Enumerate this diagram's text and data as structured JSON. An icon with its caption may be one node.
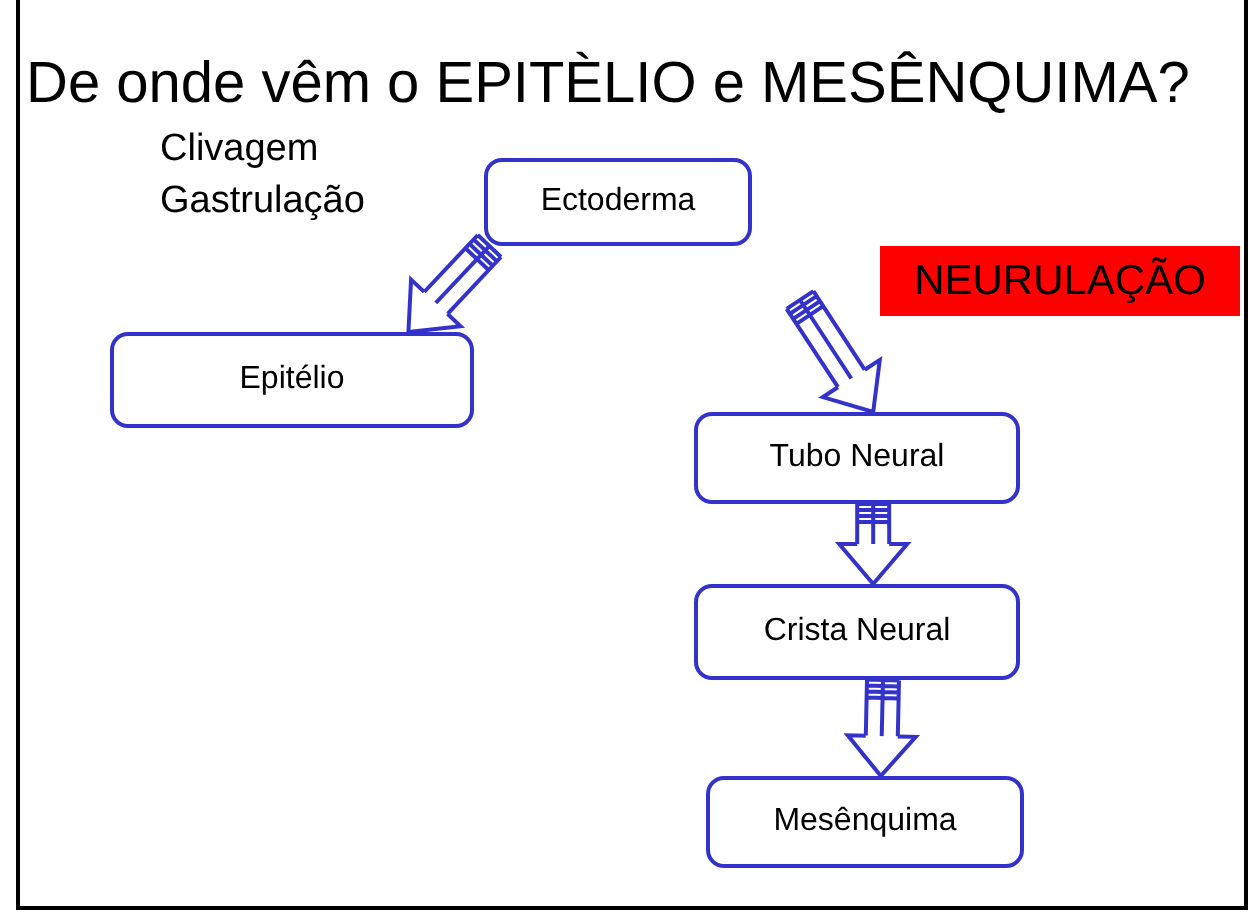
{
  "diagram": {
    "title": "De onde vêm o EPITÈLIO e MESÊNQUIMA?",
    "nodes": [
      {
        "text": [
          "Ectoderma"
        ]
      },
      {
        "text": [
          "Epitélio"
        ]
      },
      {
        "text": [
          "NEURULAÇÃO"
        ]
      },
      {
        "text": [
          "Tubo Neural"
        ]
      },
      {
        "text": [
          "Crista Neural"
        ]
      },
      {
        "text": [
          "Mesênquima"
        ]
      }
    ],
    "edges": [
      {
        "from": 0,
        "to": 1,
        "arrow": "to"
      },
      {
        "from": null,
        "to": 3,
        "arrow": "to"
      },
      {
        "from": 3,
        "to": 4,
        "arrow": "to"
      },
      {
        "from": 4,
        "to": 5,
        "arrow": "to"
      }
    ],
    "labels": [
      "Clivagem",
      "Gastrulação"
    ]
  }
}
